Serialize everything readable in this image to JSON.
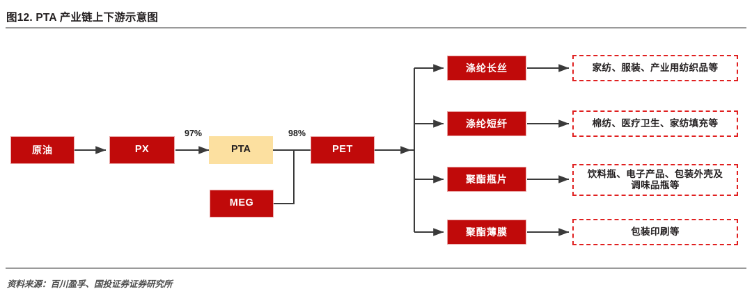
{
  "figure": {
    "title": "图12. PTA 产业链上下游示意图",
    "source": "资料来源：百川盈孚、国投证券证券研究所",
    "colors": {
      "node_red": "#C00A0A",
      "node_red_border": "#E9A6A6",
      "node_accent": "#FCE0A0",
      "dashed_border": "#E02020",
      "wire": "#3a3a3a",
      "rule": "#9A9A9A",
      "title_text": "#231F20",
      "source_text": "#4D4D4D"
    }
  },
  "diagram": {
    "type": "flowchart",
    "upstream": [
      {
        "id": "crude",
        "label": "原油",
        "style": "solid-red"
      },
      {
        "id": "px",
        "label": "PX",
        "style": "solid-red"
      },
      {
        "id": "pta",
        "label": "PTA",
        "style": "accent-yellow"
      },
      {
        "id": "meg",
        "label": "MEG",
        "style": "solid-red"
      },
      {
        "id": "pet",
        "label": "PET",
        "style": "solid-red"
      }
    ],
    "edge_labels": [
      {
        "id": "yield-px-pta",
        "text": "97%"
      },
      {
        "id": "yield-pta-pet",
        "text": "98%"
      }
    ],
    "products": [
      {
        "id": "filament",
        "label": "涤纶长丝",
        "style": "solid-red"
      },
      {
        "id": "staple",
        "label": "涤纶短纤",
        "style": "solid-red"
      },
      {
        "id": "bottlechip",
        "label": "聚酯瓶片",
        "style": "solid-red"
      },
      {
        "id": "film",
        "label": "聚酯薄膜",
        "style": "solid-red"
      }
    ],
    "applications": [
      {
        "id": "app-filament",
        "line1": "家纺、服装、产业用纺织品等",
        "line2": ""
      },
      {
        "id": "app-staple",
        "line1": "棉纺、医疗卫生、家纺填充等",
        "line2": ""
      },
      {
        "id": "app-bottlechip",
        "line1": "饮料瓶、电子产品、包装外壳及",
        "line2": "调味品瓶等"
      },
      {
        "id": "app-film",
        "line1": "包装印刷等",
        "line2": ""
      }
    ],
    "flow_relations": [
      "原油 → PX",
      "PX → PTA (97%)",
      "PTA + MEG → PET (98%)",
      "PET → 涤纶长丝 / 涤纶短纤 / 聚酯瓶片 / 聚酯薄膜",
      "涤纶长丝 → 家纺、服装、产业用纺织品等",
      "涤纶短纤 → 棉纺、医疗卫生、家纺填充等",
      "聚酯瓶片 → 饮料瓶、电子产品、包装外壳及调味品瓶等",
      "聚酯薄膜 → 包装印刷等"
    ]
  }
}
